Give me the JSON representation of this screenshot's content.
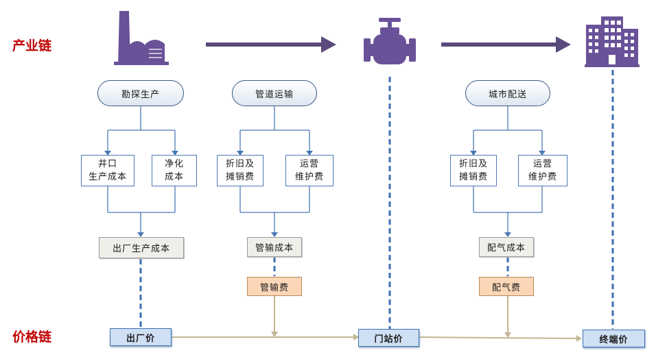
{
  "labels": {
    "industry_chain": "产业链",
    "price_chain": "价格链"
  },
  "stages": {
    "production": "勘探生产",
    "transport": "管道运输",
    "distribution": "城市配送"
  },
  "boxes": {
    "well_line1": "井口",
    "well_line2": "生产成本",
    "purify_line1": "净化",
    "purify_line2": "成本",
    "depr1_line1": "折旧及",
    "depr1_line2": "摊销费",
    "maint1_line1": "运营",
    "maint1_line2": "维护费",
    "depr2_line1": "折旧及",
    "depr2_line2": "摊销费",
    "maint2_line1": "运营",
    "maint2_line2": "维护费"
  },
  "costs": {
    "factory": "出厂生产成本",
    "pipeline": "管输成本",
    "distribution": "配气成本"
  },
  "fees": {
    "pipeline": "管输费",
    "distribution": "配气费"
  },
  "prices": {
    "ex_factory": "出厂价",
    "gate_station": "门站价",
    "terminal": "终端价"
  },
  "icons": [
    "factory-icon",
    "valve-icon",
    "building-icon"
  ],
  "colors": {
    "icon": "#6a5298",
    "arrow": "#5a4a7c",
    "blue_line": "#3d6db3",
    "tan_line": "#c2b592",
    "red_label": "#c00000"
  }
}
